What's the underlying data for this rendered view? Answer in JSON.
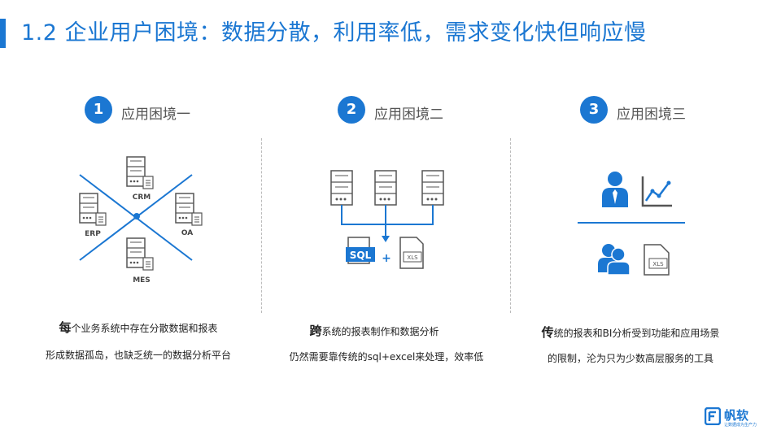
{
  "title": "1.2 企业用户困境：数据分散，利用率低，需求变化快但响应慢",
  "colors": {
    "accent": "#1b77d2"
  },
  "columns": [
    {
      "number": "1",
      "heading": "应用困境一",
      "systems": [
        "CRM",
        "ERP",
        "OA",
        "MES"
      ],
      "desc_lead": "每",
      "desc_rest": "个业务系统中存在分散数据和报表",
      "desc_line2": "形成数据孤岛，也缺乏统一的数据分析平台"
    },
    {
      "number": "2",
      "heading": "应用困境二",
      "sql_label": "SQL",
      "plus": "+",
      "xls_label": "XLS",
      "desc_lead": "跨",
      "desc_rest": "系统的报表制作和数据分析",
      "desc_line2": "仍然需要靠传统的sql+excel来处理，效率低"
    },
    {
      "number": "3",
      "heading": "应用困境三",
      "xls_label": "XLS",
      "desc_lead": "传",
      "desc_rest": "统的报表和BI分析受到功能和应用场景",
      "desc_line2": "的限制，沦为只为少数高层服务的工具"
    }
  ],
  "logo": {
    "brand": "帆软",
    "tagline": "让数据成为生产力"
  },
  "icons": [
    "server-icon",
    "document-icon",
    "user-icon",
    "line-chart-icon",
    "users-icon",
    "xls-file-icon"
  ]
}
